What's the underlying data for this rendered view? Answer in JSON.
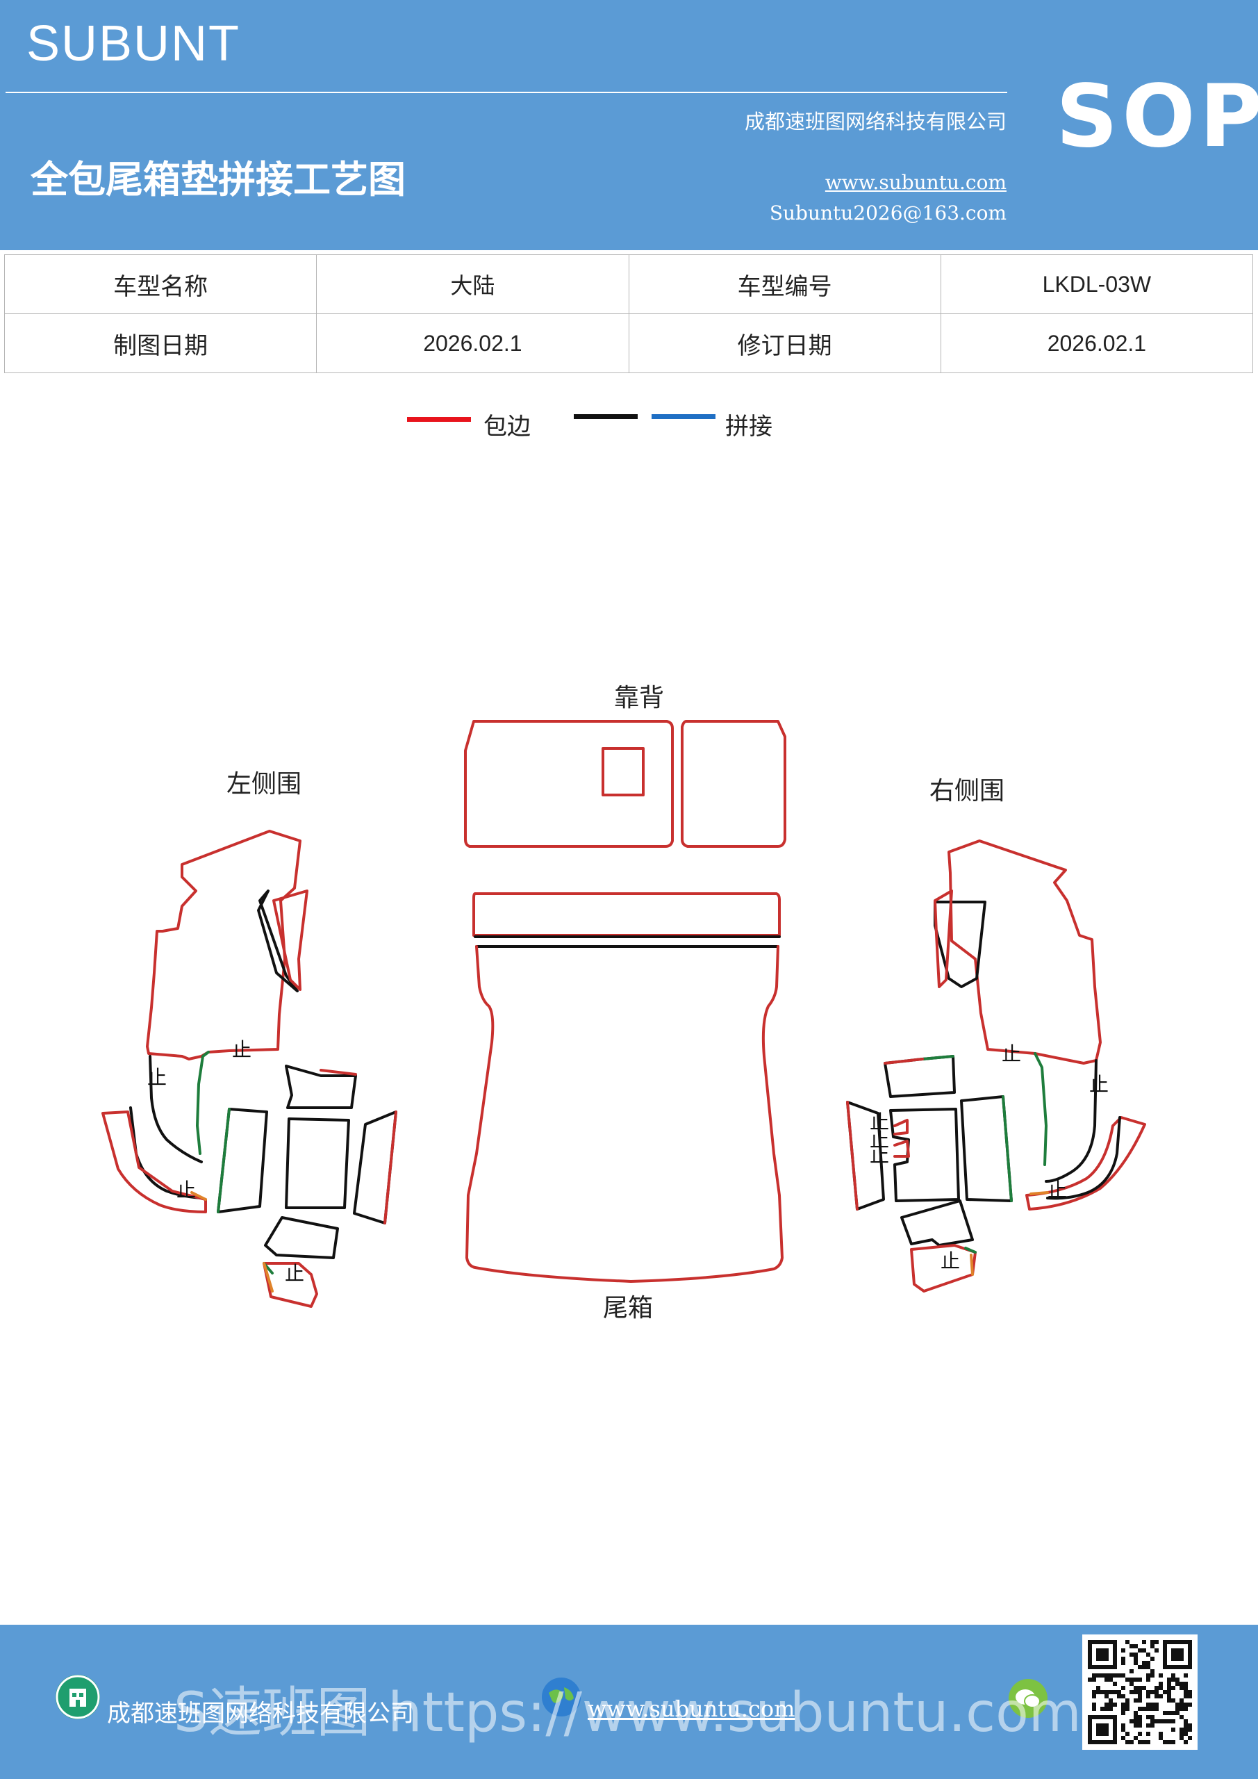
{
  "header": {
    "brand": "SUBUNT",
    "badge": "SOP",
    "doc_title": "全包尾箱垫拼接工艺图",
    "company": "成都速班图网络科技有限公司",
    "website": "www.subuntu.com",
    "email": "Subuntu2026@163.com"
  },
  "info_table": {
    "rows": [
      [
        "车型名称",
        "大陆",
        "车型编号",
        "LKDL-03W"
      ],
      [
        "制图日期",
        "2026.02.1",
        "修订日期",
        "2026.02.1"
      ]
    ]
  },
  "legend": {
    "edge_label": "包边",
    "splice_label": "拼接",
    "edge_color": "#e8141c",
    "splice_colors": [
      "#111111",
      "#1f6fc4"
    ]
  },
  "diagram": {
    "labels": {
      "back": "靠背",
      "trunk": "尾箱",
      "left_side": "左侧围",
      "right_side": "右侧围"
    },
    "stop_mark": "止",
    "colors": {
      "edge": "#c8302e",
      "seam": "#111111",
      "green": "#1e7d3c",
      "orange": "#e0832a"
    }
  },
  "footer": {
    "company": "成都速班图网络科技有限公司",
    "website": "www.subuntu.com",
    "watermark": "S速班图 https://www.subuntu.com"
  }
}
